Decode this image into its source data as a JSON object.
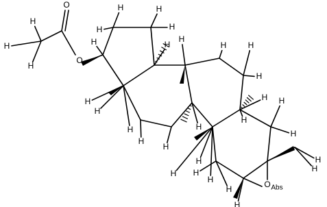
{
  "molecule": {
    "symbols": {
      "hydrogen": "H",
      "oxygen": "O",
      "abs_stereo": "Abs"
    }
  }
}
